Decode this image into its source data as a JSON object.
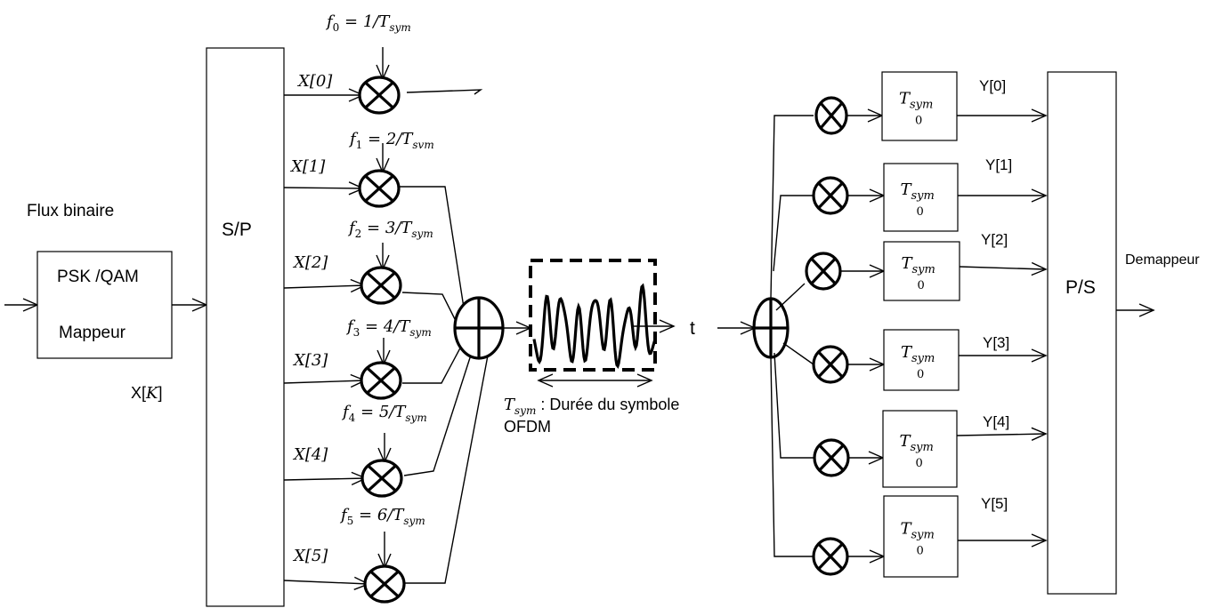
{
  "input": {
    "label": "Flux binaire",
    "mapper_line1": "PSK /QAM",
    "mapper_line2": "Mappeur",
    "symbol_label_prefix": "X[",
    "symbol_label_var": "K",
    "symbol_label_suffix": "]"
  },
  "sp_block": {
    "label": "S/P"
  },
  "subcarriers": [
    {
      "x_label": "X[0]",
      "f_name": "f",
      "f_sub": "0",
      "f_expr": " = 1/T",
      "f_expr_sub": "sym"
    },
    {
      "x_label": "X[1]",
      "f_name": "f",
      "f_sub": "1",
      "f_expr": " = 2/T",
      "f_expr_sub": "svm"
    },
    {
      "x_label": "X[2]",
      "f_name": "f",
      "f_sub": "2",
      "f_expr": " = 3/T",
      "f_expr_sub": "sym"
    },
    {
      "x_label": "X[3]",
      "f_name": "f",
      "f_sub": "3",
      "f_expr": " = 4/T",
      "f_expr_sub": "sym"
    },
    {
      "x_label": "X[4]",
      "f_name": "f",
      "f_sub": "4",
      "f_expr": " = 5/T",
      "f_expr_sub": "sym"
    },
    {
      "x_label": "X[5]",
      "f_name": "f",
      "f_sub": "5",
      "f_expr": " = 6/T",
      "f_expr_sub": "sym"
    }
  ],
  "symbol": {
    "t_label": "t",
    "duration_T": "T",
    "duration_sub": "sym",
    "duration_text": " : Durée du symbole",
    "duration_text2": "OFDM"
  },
  "receiver": {
    "integrators": [
      {
        "T": "T",
        "sub": "sym",
        "lower": "0",
        "out_label": "Y[0]"
      },
      {
        "T": "T",
        "sub": "sym",
        "lower": "0",
        "out_label": "Y[1]"
      },
      {
        "T": "T",
        "sub": "sym",
        "lower": "0",
        "out_label": "Y[2]"
      },
      {
        "T": "T",
        "sub": "sym",
        "lower": "0",
        "out_label": "Y[3]"
      },
      {
        "T": "T",
        "sub": "sym",
        "lower": "0",
        "out_label": "Y[4]"
      },
      {
        "T": "T",
        "sub": "sym",
        "lower": "0",
        "out_label": "Y[5]"
      }
    ],
    "ps_label": "P/S",
    "demapper_label": "Demappeur"
  }
}
